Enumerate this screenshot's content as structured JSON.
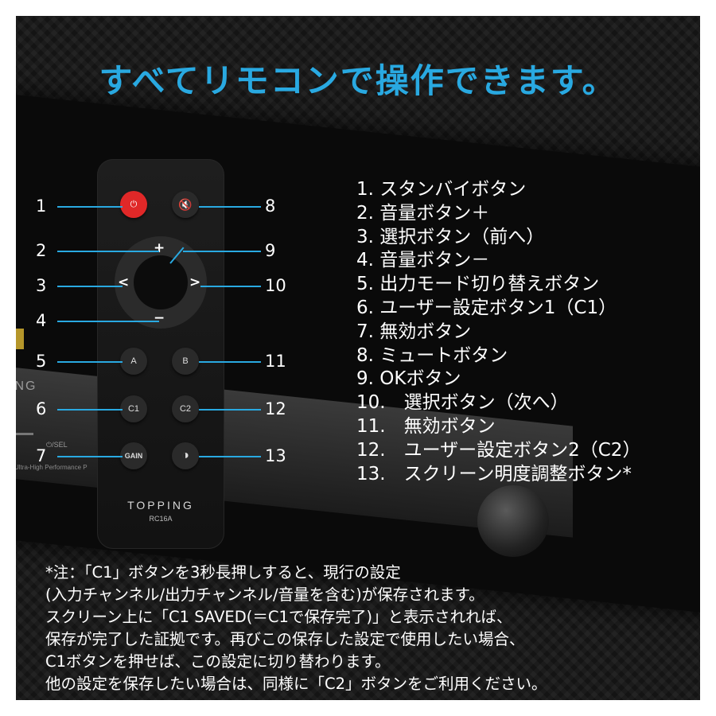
{
  "headline": "すべてリモコンで操作できます。",
  "device": {
    "brand": "ING",
    "panel_label": "⏻/SEL",
    "model_text": "Ultra-High Performance P"
  },
  "remote": {
    "brand": "TOPPING",
    "model": "RC16A",
    "buttons": {
      "power_symbol": "⏻",
      "mute_symbol": "🔇",
      "plus": "+",
      "minus": "−",
      "left": "<",
      "right": ">",
      "a": "A",
      "b": "B",
      "c1": "C1",
      "c2": "C2",
      "gain": "GAIN",
      "brightness_symbol": "◑"
    }
  },
  "callout_numbers": [
    "1",
    "2",
    "3",
    "4",
    "5",
    "6",
    "7",
    "8",
    "9",
    "10",
    "11",
    "12",
    "13"
  ],
  "legend": [
    "1. スタンバイボタン",
    "2. 音量ボタン＋",
    "3. 選択ボタン（前へ）",
    "4. 音量ボタン－",
    "5. 出力モード切り替えボタン",
    "6. ユーザー設定ボタン1（C1）",
    "7. 無効ボタン",
    "8. ミュートボタン",
    "9. OKボタン",
    "10.　選択ボタン（次へ）",
    "11.　無効ボタン",
    "12.　ユーザー設定ボタン2（C2）",
    "13.　スクリーン明度調整ボタン*"
  ],
  "note_lines": [
    "*注：「C1」ボタンを3秒長押しすると、現行の設定",
    "(入力チャンネル/出力チャンネル/音量を含む)が保存されます。",
    "スクリーン上に「C1 SAVED(＝C1で保存完了)」と表示されれば、",
    "保存が完了した証拠です。再びこの保存した設定で使用したい場合、",
    "C1ボタンを押せば、この設定に切り替わります。",
    "他の設定を保存したい場合は、同様に「C2」ボタンをご利用ください。"
  ],
  "colors": {
    "accent": "#29a9e1",
    "power": "#e02828",
    "background": "#141414",
    "text": "#ffffff"
  }
}
